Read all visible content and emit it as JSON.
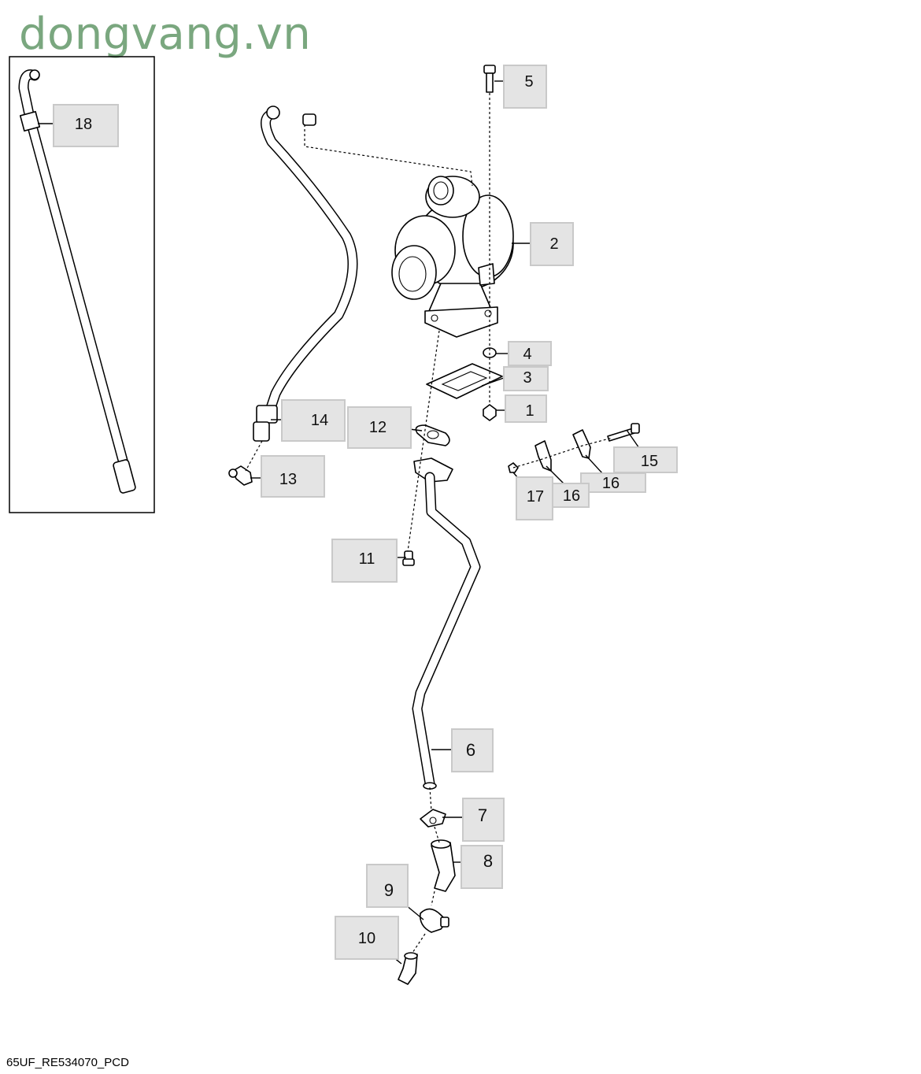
{
  "watermark": "dongvang.vn",
  "drawing_code": "65UF_RE534070_PCD",
  "callouts": {
    "c1": "1",
    "c2": "2",
    "c3": "3",
    "c4": "4",
    "c5": "5",
    "c6": "6",
    "c7": "7",
    "c8": "8",
    "c9": "9",
    "c10": "10",
    "c11": "11",
    "c12": "12",
    "c13": "13",
    "c14": "14",
    "c15": "15",
    "c16a": "16",
    "c16b": "16",
    "c17": "17",
    "c18": "18"
  }
}
